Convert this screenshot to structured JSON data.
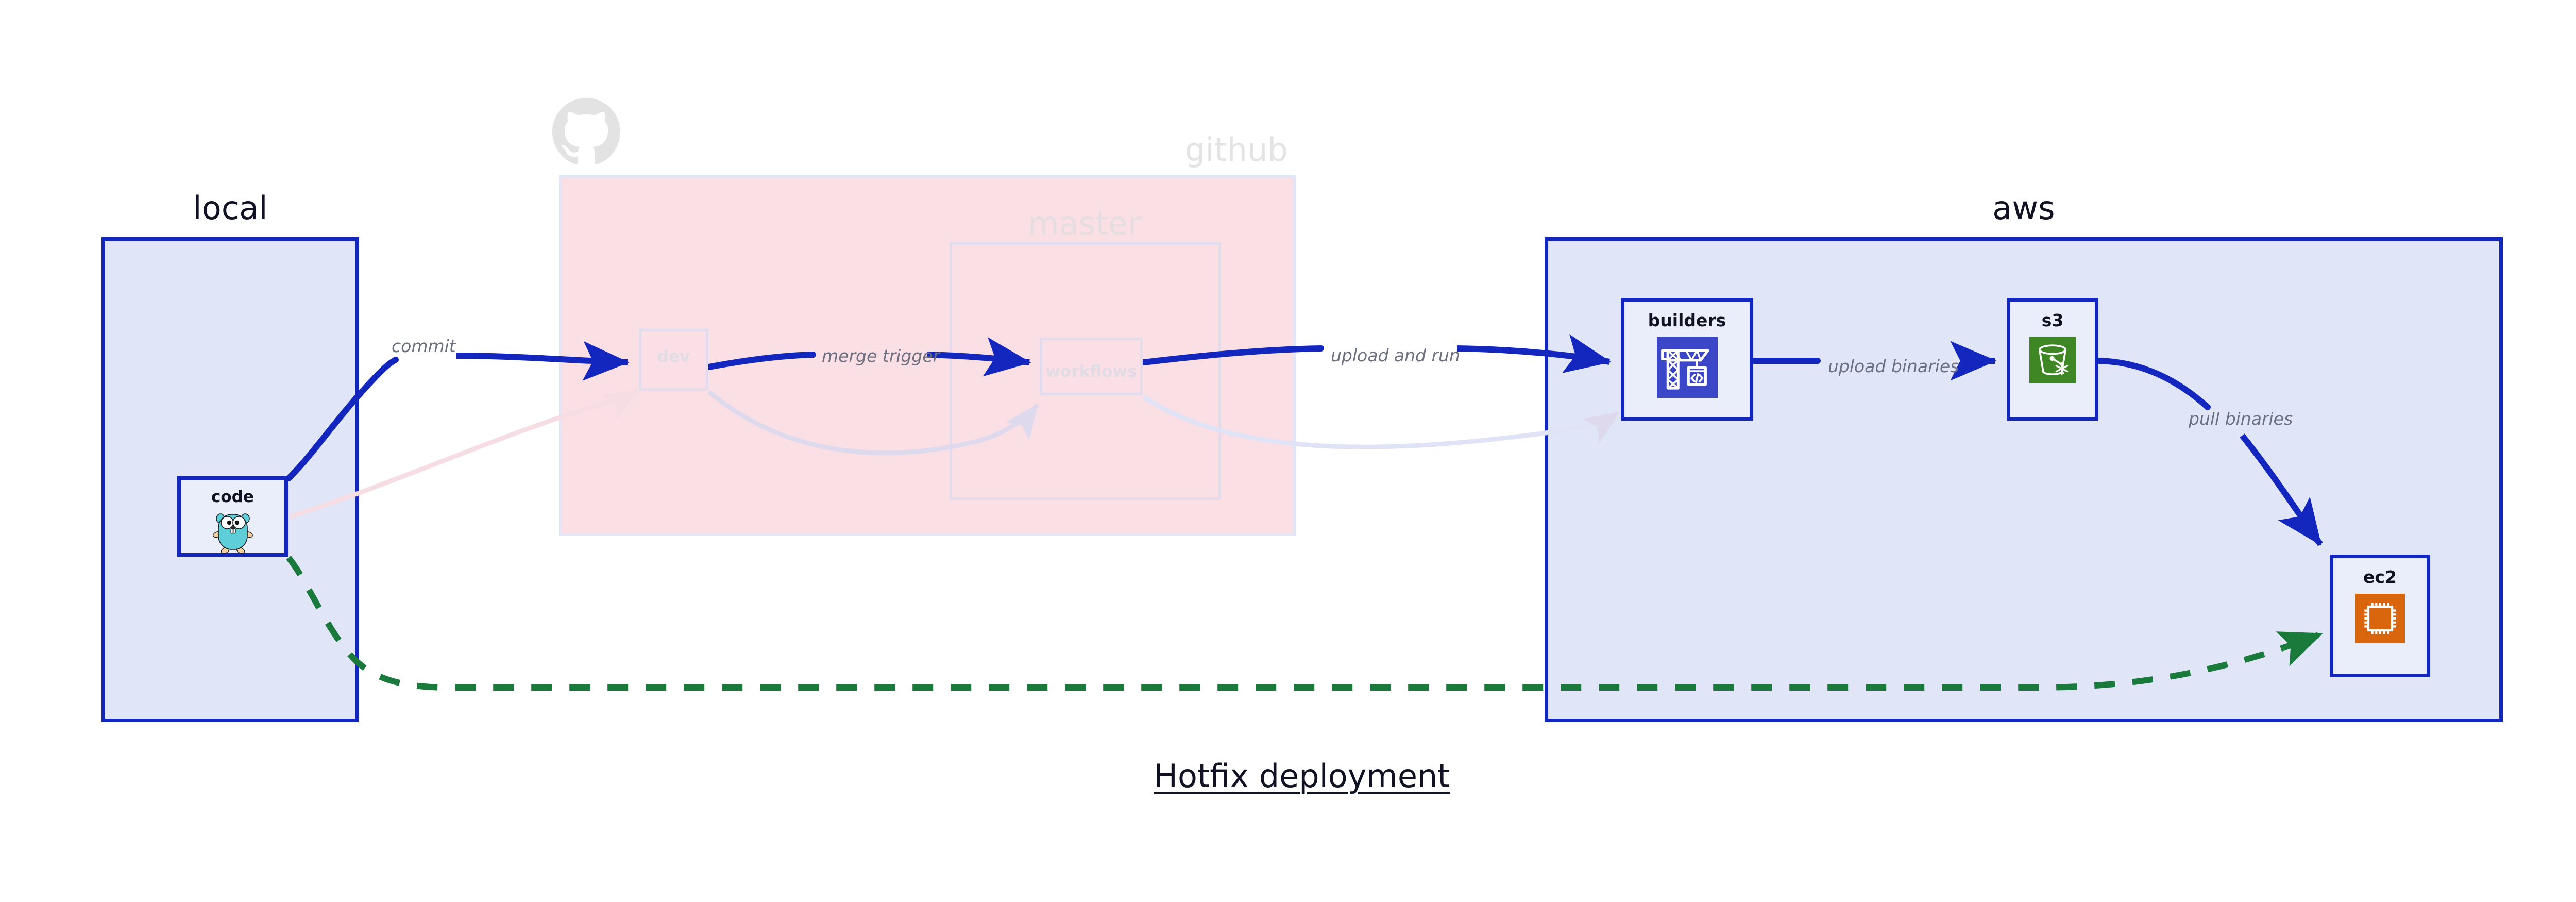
{
  "diagram": {
    "title": "Hotfix deployment",
    "groups": [
      {
        "id": "local",
        "label": "local",
        "style": "solid",
        "fill": "#e0e5f8",
        "stroke": "#1327bf"
      },
      {
        "id": "github",
        "label": "github",
        "style": "faded",
        "fill": "#fadfe5",
        "stroke": "#e3e6f7"
      },
      {
        "id": "master",
        "label": "master",
        "style": "faded",
        "fill": "transparent",
        "stroke": "#e0dced"
      },
      {
        "id": "aws",
        "label": "aws",
        "style": "solid",
        "fill": "#e0e5f8",
        "stroke": "#1327bf"
      }
    ],
    "nodes": [
      {
        "id": "code",
        "label": "code",
        "group": "local",
        "icon": "go-gopher-icon",
        "state": "active"
      },
      {
        "id": "dev",
        "label": "dev",
        "group": "github",
        "icon": "none",
        "state": "faded"
      },
      {
        "id": "workflows",
        "label": "workflows",
        "group": "master",
        "icon": "none",
        "state": "faded"
      },
      {
        "id": "builders",
        "label": "builders",
        "group": "aws",
        "icon": "aws-codebuild-icon",
        "state": "active"
      },
      {
        "id": "s3",
        "label": "s3",
        "group": "aws",
        "icon": "aws-s3-bucket-icon",
        "state": "active"
      },
      {
        "id": "ec2",
        "label": "ec2",
        "group": "aws",
        "icon": "aws-ec2-chip-icon",
        "state": "active"
      }
    ],
    "edges": [
      {
        "id": "e-commit",
        "from": "code",
        "to": "dev",
        "label": "commit",
        "style": "solid",
        "color": "#1327bf"
      },
      {
        "id": "e-merge",
        "from": "dev",
        "to": "workflows",
        "label": "merge trigger",
        "style": "solid",
        "color": "#1327bf"
      },
      {
        "id": "e-uploadrun",
        "from": "workflows",
        "to": "builders",
        "label": "upload and run",
        "style": "solid",
        "color": "#1327bf"
      },
      {
        "id": "e-uploadbin",
        "from": "builders",
        "to": "s3",
        "label": "upload binaries",
        "style": "solid",
        "color": "#1327bf"
      },
      {
        "id": "e-pull",
        "from": "s3",
        "to": "ec2",
        "label": "pull binaries",
        "style": "solid",
        "color": "#1327bf"
      },
      {
        "id": "e-hotfix",
        "from": "code",
        "to": "ec2",
        "label": "",
        "style": "dashed",
        "color": "#1a7a3c"
      },
      {
        "id": "e-ghost-a",
        "from": "code",
        "to": "dev",
        "label": "",
        "style": "faded",
        "color": "#f6dde3"
      },
      {
        "id": "e-ghost-b",
        "from": "dev",
        "to": "workflows",
        "label": "",
        "style": "faded",
        "color": "#ded9ec"
      },
      {
        "id": "e-ghost-c",
        "from": "workflows",
        "to": "builders",
        "label": "",
        "style": "faded",
        "color": "#dfe3f5"
      }
    ],
    "logo": {
      "name": "github-octocat-logo",
      "color": "#e3e3e3"
    }
  },
  "colors": {
    "edge_blue": "#1327bf",
    "edge_green": "#1a7a3c",
    "label_gray": "#6c7080",
    "text_dark": "#101223",
    "codebuild_blue": "#3c46c8",
    "s3_green": "#3f8624",
    "ec2_orange": "#d9650d",
    "gopher_teal": "#5ecfd8"
  }
}
